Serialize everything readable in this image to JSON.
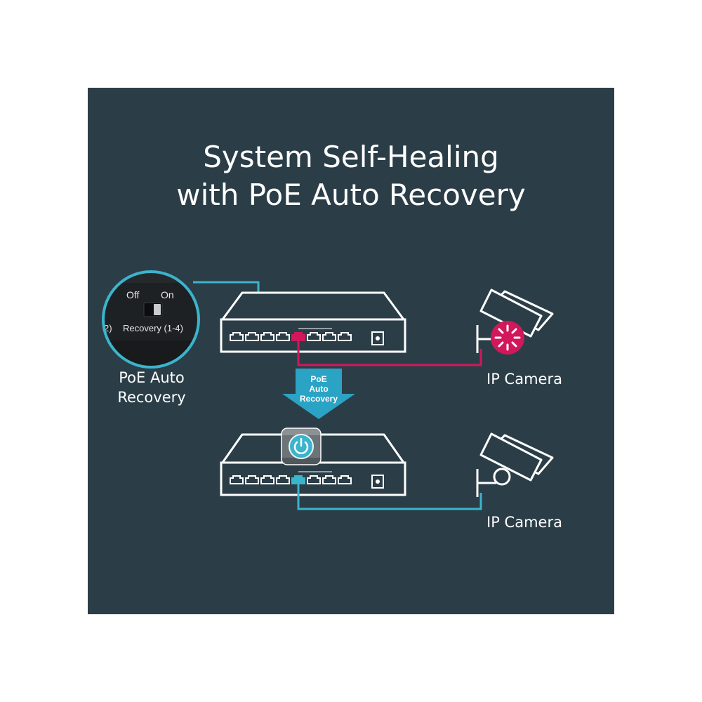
{
  "title": {
    "line1": "System Self-Healing",
    "line2": "with PoE Auto Recovery"
  },
  "switch_label": {
    "off": "Off",
    "on": "On",
    "partial": "2)",
    "recovery": "Recovery (1-4)"
  },
  "caption_left": {
    "line1": "PoE Auto",
    "line2": "Recovery"
  },
  "arrow_label": {
    "line1": "PoE",
    "line2": "Auto",
    "line3": "Recovery"
  },
  "camera_top_label": "IP Camera",
  "camera_bottom_label": "IP Camera",
  "colors": {
    "background": "#2b3e48",
    "line": "#ffffff",
    "fault": "#d0185a",
    "recovered": "#3bb4cc",
    "arrow": "#2aa3c4"
  },
  "icons": [
    "switch-device-icon",
    "ip-camera-icon",
    "fault-spinner-icon",
    "power-icon",
    "arrow-down-icon"
  ]
}
